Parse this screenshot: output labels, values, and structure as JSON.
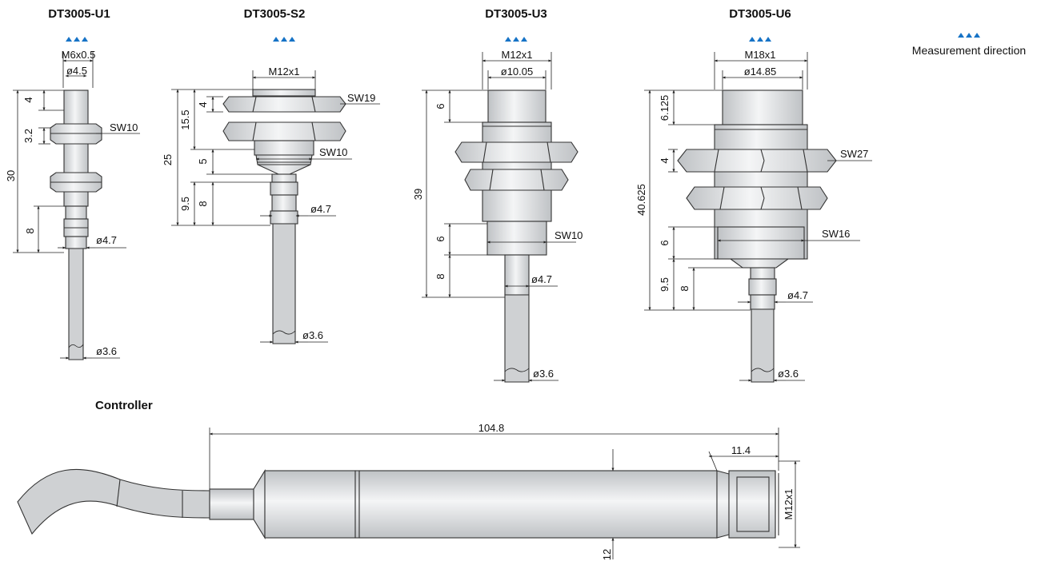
{
  "sensors": [
    {
      "title": "DT3005-U1",
      "labels": [
        "M6x0.5",
        "ø4.5",
        "4",
        "3.2",
        "30",
        "SW10",
        "8",
        "ø4.7",
        "ø3.6"
      ]
    },
    {
      "title": "DT3005-S2",
      "labels": [
        "M12x1",
        "4",
        "SW19",
        "15.5",
        "25",
        "5",
        "SW10",
        "9.5",
        "8",
        "ø4.7",
        "ø3.6"
      ]
    },
    {
      "title": "DT3005-U3",
      "labels": [
        "M12x1",
        "ø10.05",
        "6",
        "39",
        "6",
        "SW10",
        "8",
        "ø4.7",
        "ø3.6"
      ]
    },
    {
      "title": "DT3005-U6",
      "labels": [
        "M18x1",
        "ø14.85",
        "6.125",
        "4",
        "SW27",
        "40.625",
        "6",
        "SW16",
        "9.5",
        "8",
        "ø4.7",
        "ø3.6"
      ]
    }
  ],
  "legend": {
    "label": "Measurement direction"
  },
  "controller": {
    "title": "Controller",
    "labels": [
      "104.8",
      "11.4",
      "M12x1",
      "12"
    ]
  },
  "colors": {
    "arrow": "#1673c6",
    "metal_light": "#f4f5f6",
    "metal_dark": "#bfc2c5"
  }
}
